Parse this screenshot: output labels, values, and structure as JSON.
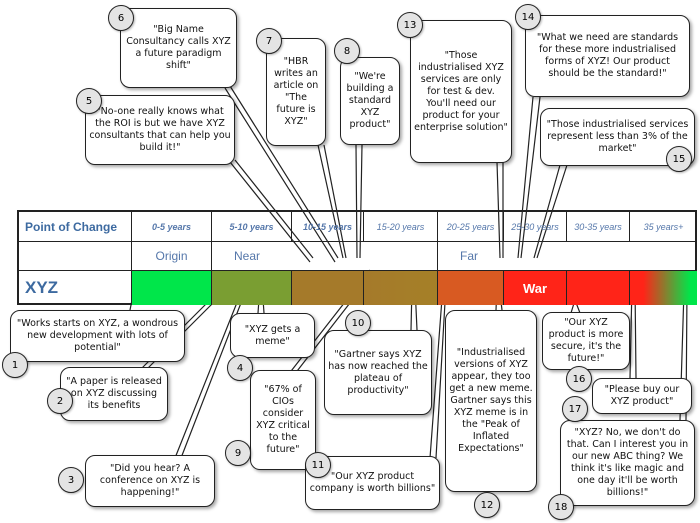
{
  "table": {
    "header_label": "Point of Change",
    "periods": [
      "0-5 years",
      "5-10 years",
      "10-15 years",
      "15-20 years",
      "20-25 years",
      "25-30 years",
      "30-35 years",
      "35 years+"
    ],
    "stages": {
      "origin": "Origin",
      "near": "Near",
      "far": "Far"
    },
    "row_label": "XYZ",
    "war_label": "War",
    "colors": {
      "green": "#00e64a",
      "olive": "#7a9e32",
      "brown": "#a57a2a",
      "orange": "#d85a22",
      "red": "#ff2418"
    }
  },
  "callouts": [
    {
      "n": "1",
      "text": "\"Works starts on XYZ, a wondrous new development with lots of potential\""
    },
    {
      "n": "2",
      "text": "\"A paper is released on XYZ discussing its benefits"
    },
    {
      "n": "3",
      "text": "\"Did you hear? A conference on XYZ is happening!\""
    },
    {
      "n": "4",
      "text": "\"XYZ gets a meme\""
    },
    {
      "n": "5",
      "text": "\"No-one really knows what the ROI is but we have XYZ consultants that can help you build it!\""
    },
    {
      "n": "6",
      "text": "\"Big Name Consultancy calls XYZ a future paradigm shift\""
    },
    {
      "n": "7",
      "text": "\"HBR writes an article on \"The future is XYZ\""
    },
    {
      "n": "8",
      "text": "\"We're building a standard XYZ product\""
    },
    {
      "n": "9",
      "text": "\"67% of CIOs consider XYZ critical to the future\""
    },
    {
      "n": "10",
      "text": "\"Gartner says XYZ has now reached the plateau of productivity\""
    },
    {
      "n": "11",
      "text": "\"Our XYZ product company is worth billions\""
    },
    {
      "n": "12",
      "text": "\"Industrialised versions of XYZ appear, they too get a new meme. Gartner says this XYZ meme is in the \"Peak of Inflated Expectations\""
    },
    {
      "n": "13",
      "text": "\"Those industrialised XYZ services are only for test & dev. You'll need our product for your enterprise solution\""
    },
    {
      "n": "14",
      "text": "\"What we need are standards for these more industrialised forms of XYZ! Our product should be the standard!\""
    },
    {
      "n": "15",
      "text": "\"Those industrialised services represent less than 3% of the market\""
    },
    {
      "n": "16",
      "text": "\"Our XYZ product is more secure, it's the future!\""
    },
    {
      "n": "17",
      "text": "\"Please buy our XYZ product\""
    },
    {
      "n": "18",
      "text": "\"XYZ? No, we don't do that. Can I interest you in our new ABC thing? We think it's like magic and one day it'll be worth billions!\""
    }
  ]
}
